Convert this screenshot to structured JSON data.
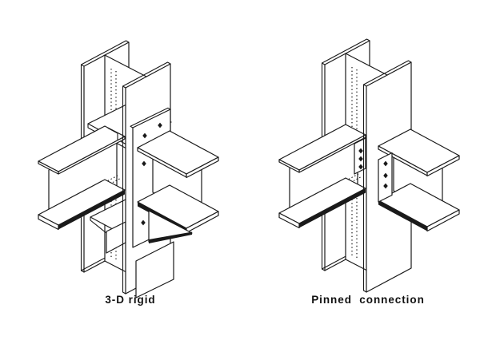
{
  "page": {
    "background": "#ffffff",
    "ink": "#1a1a1a",
    "text_color": "#111111"
  },
  "figures": [
    {
      "id": "rigid",
      "caption": "3-D rigid"
    },
    {
      "id": "pinned",
      "caption": "Pinned connection"
    }
  ]
}
